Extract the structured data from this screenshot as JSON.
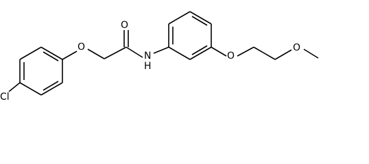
{
  "diagram": {
    "type": "chemical-structure",
    "atoms": {
      "chlorine": "Cl",
      "ether_oxygen_1": "O",
      "carbonyl_oxygen": "O",
      "amide_nitrogen": "N",
      "amide_hydrogen": "H",
      "ether_oxygen_2": "O",
      "methoxy_oxygen": "O"
    }
  }
}
